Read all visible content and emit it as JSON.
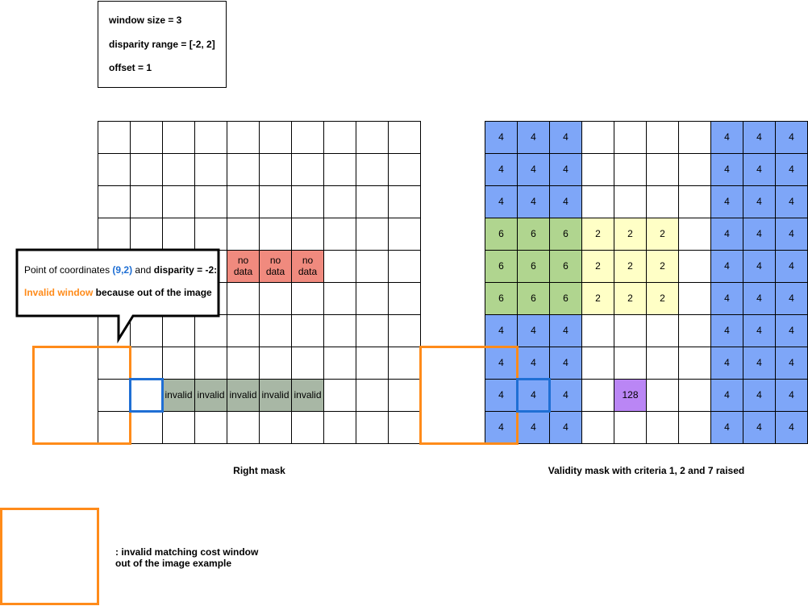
{
  "params": {
    "window_size": "window size = 3",
    "disparity_range": "disparity range = [-2, 2]",
    "offset": "offset = 1"
  },
  "right_mask": {
    "caption": "Right mask",
    "no_data_label": "no data",
    "invalid_label": "invalid",
    "no_data_cells": [
      [
        4,
        4
      ],
      [
        4,
        5
      ],
      [
        4,
        6
      ]
    ],
    "invalid_cells": [
      [
        8,
        2
      ],
      [
        8,
        3
      ],
      [
        8,
        4
      ],
      [
        8,
        5
      ],
      [
        8,
        6
      ]
    ]
  },
  "validity_mask": {
    "caption": "Validity mask with criteria 1, 2 and 7 raised",
    "rows": [
      [
        "4",
        "4",
        "4",
        "",
        "",
        "",
        "",
        "4",
        "4",
        "4"
      ],
      [
        "4",
        "4",
        "4",
        "",
        "",
        "",
        "",
        "4",
        "4",
        "4"
      ],
      [
        "4",
        "4",
        "4",
        "",
        "",
        "",
        "",
        "4",
        "4",
        "4"
      ],
      [
        "6",
        "6",
        "6",
        "2",
        "2",
        "2",
        "",
        "4",
        "4",
        "4"
      ],
      [
        "6",
        "6",
        "6",
        "2",
        "2",
        "2",
        "",
        "4",
        "4",
        "4"
      ],
      [
        "6",
        "6",
        "6",
        "2",
        "2",
        "2",
        "",
        "4",
        "4",
        "4"
      ],
      [
        "4",
        "4",
        "4",
        "",
        "",
        "",
        "",
        "4",
        "4",
        "4"
      ],
      [
        "4",
        "4",
        "4",
        "",
        "",
        "",
        "",
        "4",
        "4",
        "4"
      ],
      [
        "4",
        "4",
        "4",
        "",
        "128",
        "",
        "",
        "4",
        "4",
        "4"
      ],
      [
        "4",
        "4",
        "4",
        "",
        "",
        "",
        "",
        "4",
        "4",
        "4"
      ]
    ]
  },
  "callout": {
    "line1_prefix": "Point of coordinates ",
    "line1_coords": "(9,2)",
    "line1_mid": " and ",
    "line1_disparity": "disparity = -2:",
    "line2_highlight": "Invalid window",
    "line2_rest": " because out of the image"
  },
  "legend": {
    "line1": ": invalid matching cost window",
    "line2": "out of the image example"
  },
  "colors": {
    "orange": "#ff8b1a",
    "highlight_blue": "#1f6fd4",
    "code_4": "#7ea6f8",
    "code_6": "#b0d58f",
    "code_2": "#ffffc6",
    "code_128": "#ba86f5",
    "no_data": "#f08a7e",
    "invalid": "#a8b7a5"
  }
}
